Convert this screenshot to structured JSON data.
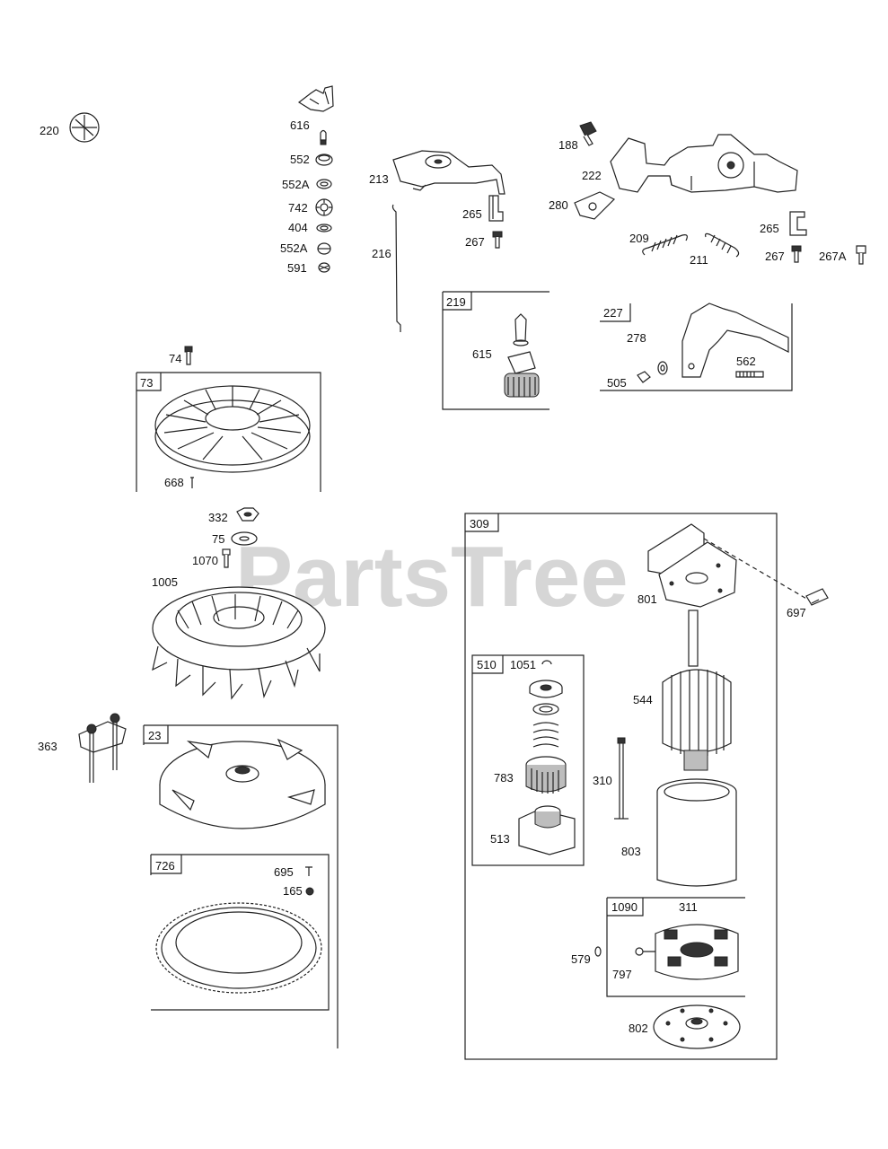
{
  "watermark": "PartsTree",
  "boxes": {
    "b73": "73",
    "b219": "219",
    "b227": "227",
    "b309": "309",
    "b510": "510",
    "b23": "23",
    "b726": "726",
    "b1090": "1090"
  },
  "labels": {
    "p220": "220",
    "p616": "616",
    "p552": "552",
    "p552a_1": "552A",
    "p742": "742",
    "p404": "404",
    "p552a_2": "552A",
    "p591": "591",
    "p213": "213",
    "p216": "216",
    "p265_1": "265",
    "p267_1": "267",
    "p188": "188",
    "p222": "222",
    "p280": "280",
    "p209": "209",
    "p211": "211",
    "p265_2": "265",
    "p267_2": "267",
    "p267a": "267A",
    "p615": "615",
    "p278": "278",
    "p562": "562",
    "p505": "505",
    "p74": "74",
    "p668": "668",
    "p332": "332",
    "p75": "75",
    "p1070": "1070",
    "p1005": "1005",
    "p363": "363",
    "p695": "695",
    "p165": "165",
    "p801": "801",
    "p697": "697",
    "p1051": "1051",
    "p544": "544",
    "p783": "783",
    "p310": "310",
    "p513": "513",
    "p803": "803",
    "p311": "311",
    "p579": "579",
    "p797": "797",
    "p802": "802"
  }
}
